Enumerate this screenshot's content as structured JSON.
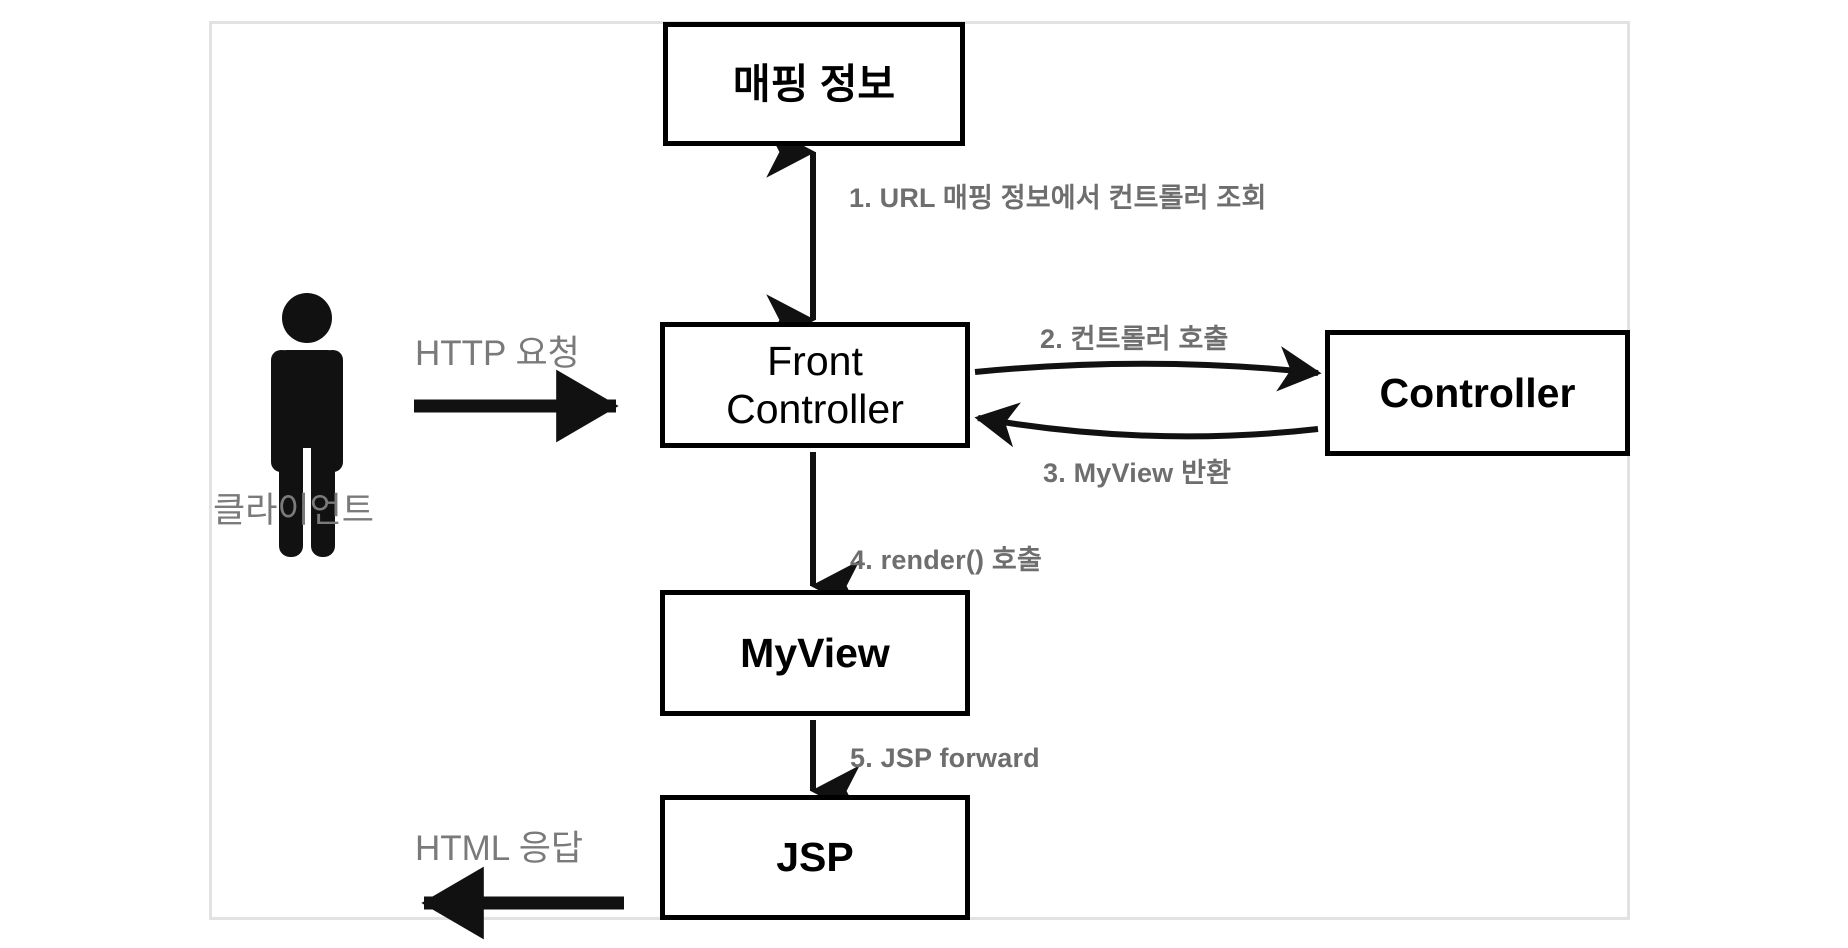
{
  "diagram": {
    "title": "Front Controller MVC request flow",
    "background_color": "#ffffff",
    "frame_border_color": "#e2e2e2",
    "box_border_color": "#000000",
    "label_gray": "#6e6e6e",
    "plain_gray": "#7a7a7a",
    "nodes": [
      {
        "id": "mapping",
        "label": "매핑 정보"
      },
      {
        "id": "front",
        "label": "Front\nController"
      },
      {
        "id": "controller",
        "label": "Controller"
      },
      {
        "id": "myview",
        "label": "MyView"
      },
      {
        "id": "jsp",
        "label": "JSP"
      }
    ],
    "steps": [
      {
        "number": "1",
        "label": "1. URL 매핑 정보에서 컨트롤러 조회"
      },
      {
        "number": "2",
        "label": "2. 컨트롤러 호출"
      },
      {
        "number": "3",
        "label": "3. MyView 반환"
      },
      {
        "number": "4",
        "label": "4. render() 호출"
      },
      {
        "number": "5",
        "label": "5. JSP forward"
      }
    ],
    "actor": {
      "icon": "person-icon",
      "label": "클라이언트"
    },
    "flow_labels": {
      "request": "HTTP 요청",
      "response": "HTML 응답"
    }
  }
}
